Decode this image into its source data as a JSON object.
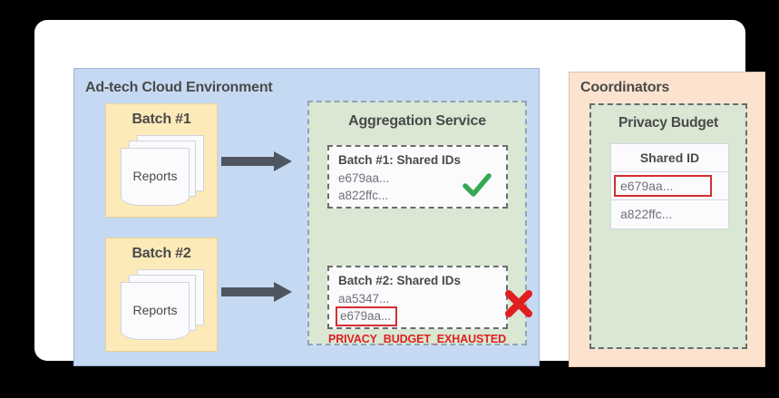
{
  "diagram": {
    "adtech_panel": {
      "title": "Ad-tech Cloud Environment",
      "batches": [
        {
          "label": "Batch #1",
          "reports_label": "Reports"
        },
        {
          "label": "Batch #2",
          "reports_label": "Reports"
        }
      ],
      "aggregation_service": {
        "title": "Aggregation Service",
        "cards": [
          {
            "heading": "Batch #1: Shared IDs",
            "ids": [
              "e679aa...",
              "a822ffc..."
            ],
            "status_icon": "check-icon",
            "status": "accepted"
          },
          {
            "heading": "Batch #2: Shared IDs",
            "ids": [
              "aa5347...",
              "e679aa..."
            ],
            "status_icon": "cross-icon",
            "status": "rejected"
          }
        ],
        "error_message": "PRIVACY_BUDGET_EXHAUSTED"
      }
    },
    "coordinators_panel": {
      "title": "Coordinators",
      "privacy_budget": {
        "title": "Privacy Budget",
        "table": {
          "header": "Shared ID",
          "rows": [
            "e679aa...",
            "a822ffc..."
          ]
        }
      }
    },
    "colors": {
      "adtech_bg": "#c6d9f3",
      "batch_bg": "#fdeab9",
      "green_bg": "#d9e7d3",
      "coordinators_bg": "#fbe3cf",
      "error_red": "#e02020",
      "highlight_red": "#d32f2f",
      "check_green": "#34a853",
      "arrow_gray": "#4f5661"
    }
  }
}
